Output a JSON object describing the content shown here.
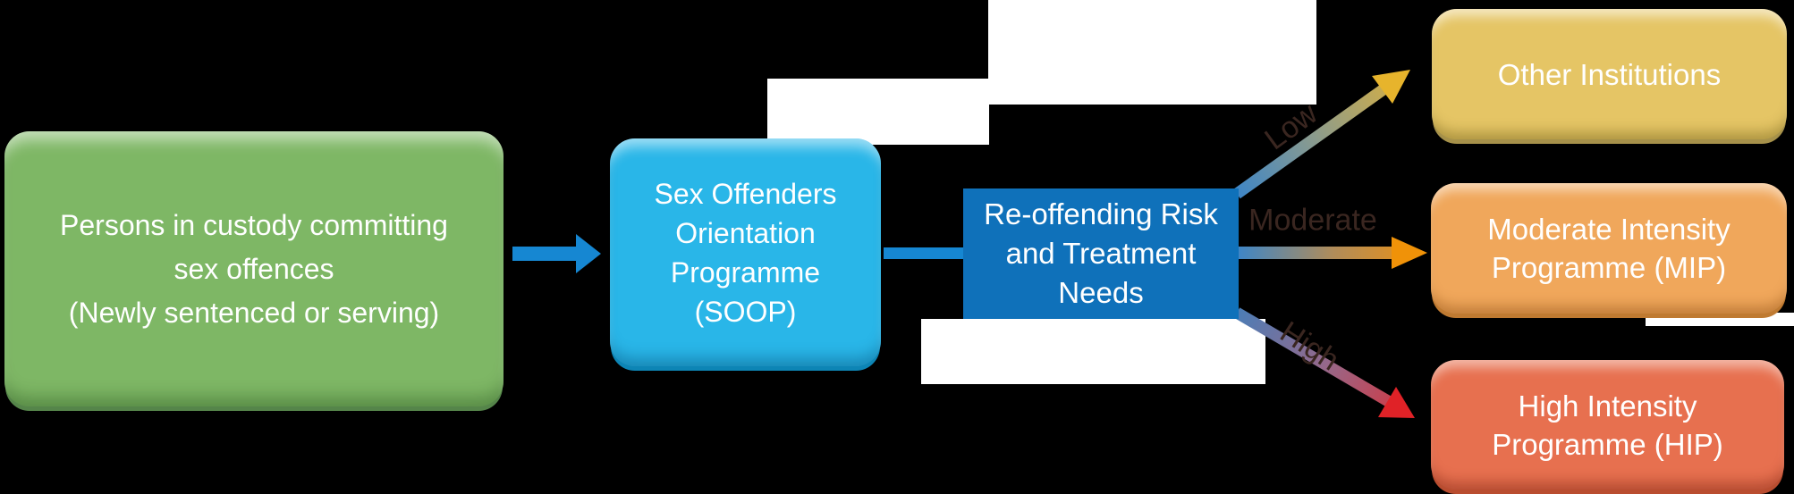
{
  "diagram": {
    "nodes": {
      "persons": {
        "lines": [
          "Persons in custody committing",
          "sex offences",
          "(Newly sentenced or serving)"
        ],
        "color": "#7eb765"
      },
      "soop": {
        "lines": [
          "Sex Offenders",
          "Orientation",
          "Programme",
          "(SOOP)"
        ],
        "color": "#29b6e8"
      },
      "risk": {
        "lines": [
          "Re-offending Risk",
          "and Treatment",
          "Needs"
        ],
        "color": "#0f71ba"
      },
      "other": {
        "lines": [
          "Other Institutions"
        ],
        "color": "#e5c565"
      },
      "mip": {
        "lines": [
          "Moderate Intensity",
          "Programme (MIP)"
        ],
        "color": "#f0a75b"
      },
      "hip": {
        "lines": [
          "High Intensity",
          "Programme (HIP)"
        ],
        "color": "#e7704f"
      }
    },
    "branch_labels": {
      "low": "Low",
      "moderate": "Moderate",
      "high": "High"
    },
    "label_color": "#3a2620",
    "arrow_colors": {
      "flow_blue": "#1687d2",
      "low_start": "#3f86c6",
      "low_end": "#e7b42c",
      "moderate_start": "#3f86c6",
      "moderate_end": "#f09208",
      "high_start": "#4c7db6",
      "high_end": "#e02227"
    },
    "background": {
      "canvas": "#000000",
      "artifact_patches": "#ffffff"
    }
  }
}
